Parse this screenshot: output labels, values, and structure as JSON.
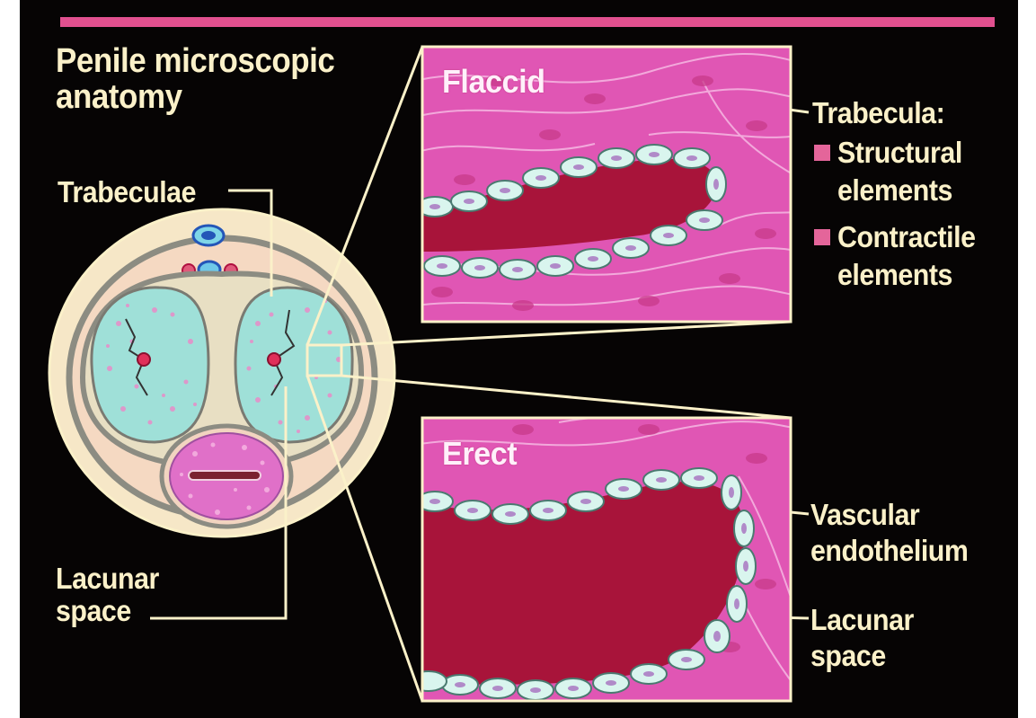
{
  "title": "Penile microscopic anatomy",
  "title_lines": [
    "Penile microscopic",
    "anatomy"
  ],
  "panels": {
    "flaccid": "Flaccid",
    "erect": "Erect"
  },
  "labels": {
    "trabeculae": "Trabeculae",
    "lacunar_left": [
      "Lacunar",
      "space"
    ],
    "trabecula_heading": "Trabecula:",
    "structural": [
      "Structural",
      "elements"
    ],
    "contractile": [
      "Contractile",
      "elements"
    ],
    "vascular": [
      "Vascular",
      "endothelium"
    ],
    "lacunar_right": [
      "Lacunar",
      "space"
    ]
  },
  "colors": {
    "background": "#060404",
    "accent_bar": "#e1508f",
    "label_text": "#fbf1c9",
    "tissue_pink": "#e056b4",
    "blood": "#a8143a",
    "endothelium": "#d9f5ee",
    "corpus_fill": "#9fe0d8"
  }
}
